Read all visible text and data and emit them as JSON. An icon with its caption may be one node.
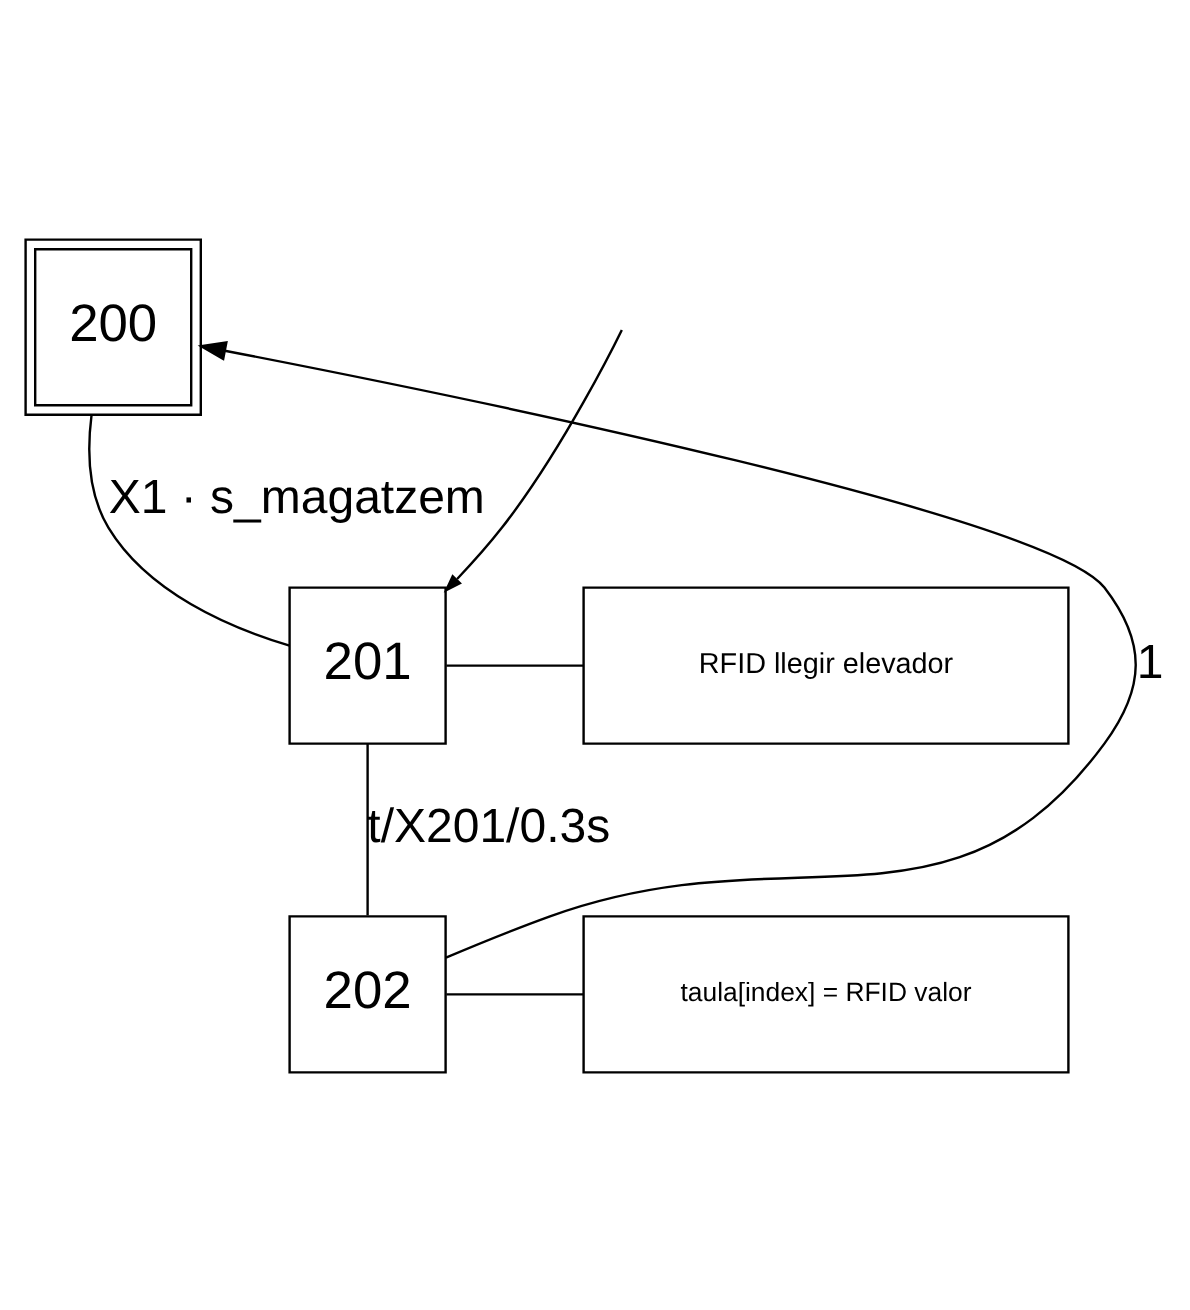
{
  "diagram": {
    "nodes": [
      {
        "text": [
          "200"
        ]
      },
      {
        "text": [
          "201"
        ]
      },
      {
        "text": [
          "RFID llegir elevador"
        ]
      },
      {
        "text": [
          "202"
        ]
      },
      {
        "text": [
          "taula[index] = RFID valor"
        ]
      }
    ],
    "edges": [
      {
        "from": 0,
        "to": 1,
        "arrow": "none",
        "label": "X1 · s_magatzem"
      },
      {
        "from": null,
        "to": 1,
        "arrow": "to"
      },
      {
        "from": 1,
        "to": 2,
        "arrow": "none"
      },
      {
        "from": 1,
        "to": 3,
        "arrow": "none",
        "label": "t/X201/0.3s"
      },
      {
        "from": 3,
        "to": 4,
        "arrow": "none"
      },
      {
        "from": 3,
        "to": 0,
        "arrow": "to",
        "label": "1"
      }
    ]
  }
}
